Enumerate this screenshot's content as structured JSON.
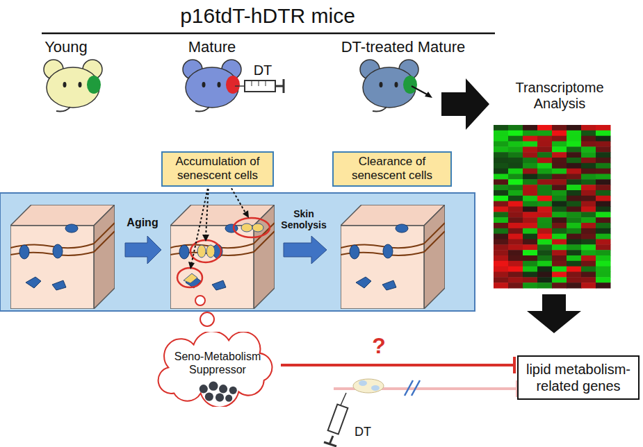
{
  "diagram": {
    "title": "p16tdT-hDTR mice",
    "nodes": [
      {
        "text": [
          "Accumulation of senescent cells"
        ]
      },
      {
        "text": [
          "Clearance of senescent cells"
        ]
      },
      {
        "text": [
          "Seno-Metabolism Suppressor"
        ]
      },
      {
        "text": [
          "lipid metabolism-related genes"
        ]
      }
    ],
    "edges": [
      {
        "from": 2,
        "to": 3,
        "arrow": "to",
        "label": "?"
      }
    ],
    "labels": [
      "Young",
      "Mature",
      "DT",
      "DT-treated Mature",
      "Transcriptome Analysis",
      "Aging",
      "Skin Senolysis",
      "DT"
    ]
  }
}
